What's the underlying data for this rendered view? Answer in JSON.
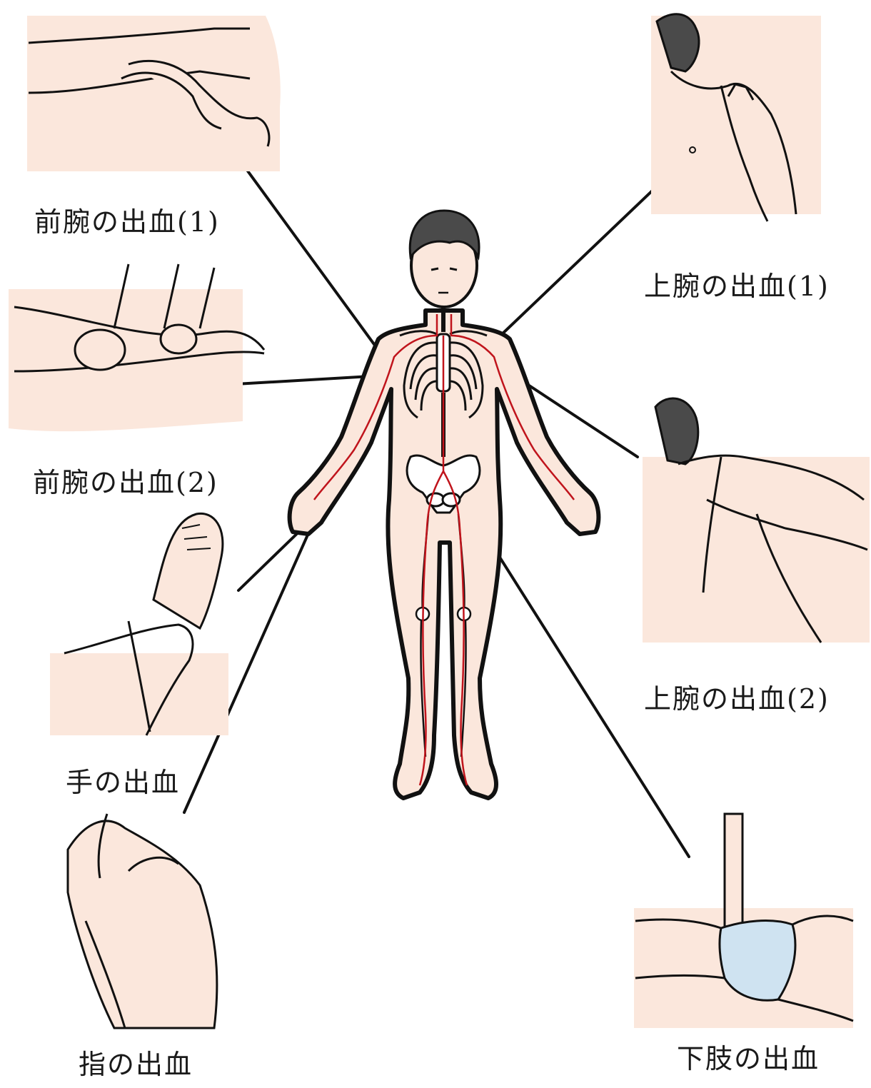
{
  "labels": {
    "forearm1": "前腕の出血(1)",
    "forearm2": "前腕の出血(2)",
    "upperarm1": "上腕の出血(1)",
    "upperarm2": "上腕の出血(2)",
    "hand": "手の出血",
    "finger": "指の出血",
    "lower_limb": "下肢の出血"
  },
  "colors": {
    "skin": "#fbe7dc",
    "artery": "#c0141c",
    "hair": "#4a4a4a",
    "bandage": "#cfe3f1",
    "line": "#111111"
  }
}
